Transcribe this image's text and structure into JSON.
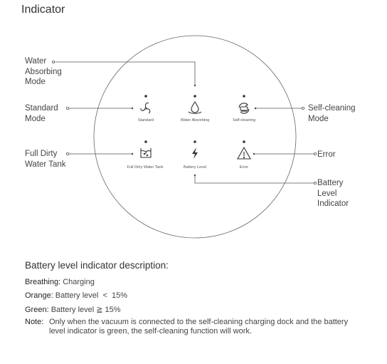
{
  "title": "Indicator",
  "labels": {
    "water_absorbing_mode": "Water\nAbsorbing\nMode",
    "standard_mode": "Standard\nMode",
    "full_dirty_water_tank": "Full Dirty\nWater Tank",
    "self_cleaning_mode": "Self-cleaning\nMode",
    "error": "Error",
    "battery_level_indicator": "Battery\nLevel\nIndicator"
  },
  "icons": {
    "standard": {
      "caption": "Standard",
      "icon": "fan-icon"
    },
    "water_absorbing": {
      "caption": "Water Absorbing",
      "icon": "water-drop-icon"
    },
    "self_cleaning": {
      "caption": "Self-cleaning",
      "icon": "self-clean-icon"
    },
    "full_dirty_water_tank": {
      "caption": "Full Dirty Water Tank",
      "icon": "tank-icon"
    },
    "battery_level": {
      "caption": "Battery Level",
      "icon": "lightning-icon"
    },
    "error": {
      "caption": "Error",
      "icon": "warning-icon"
    }
  },
  "description": {
    "heading": "Battery level indicator description:",
    "breathing_term": "Breathing:",
    "breathing_text": " Charging",
    "orange_term": "Orange:",
    "orange_text": " Battery level  <  15%",
    "green_term": "Green:",
    "green_text": " Battery level ≧ 15%",
    "note_term": "Note:",
    "note_text": "Only when the vacuum is connected to the self-cleaning charging dock and the battery level indicator is green, the self-cleaning function will work."
  },
  "colors": {
    "line": "#555555",
    "text": "#444444"
  }
}
